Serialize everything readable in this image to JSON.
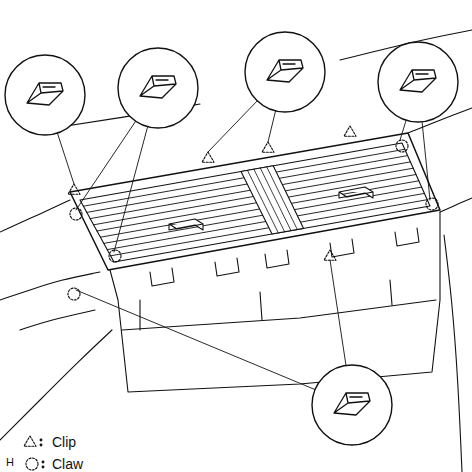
{
  "diagram": {
    "labels": [
      "H"
    ],
    "legend": [
      {
        "text": "Clip"
      },
      {
        "text": "Claw"
      }
    ]
  }
}
